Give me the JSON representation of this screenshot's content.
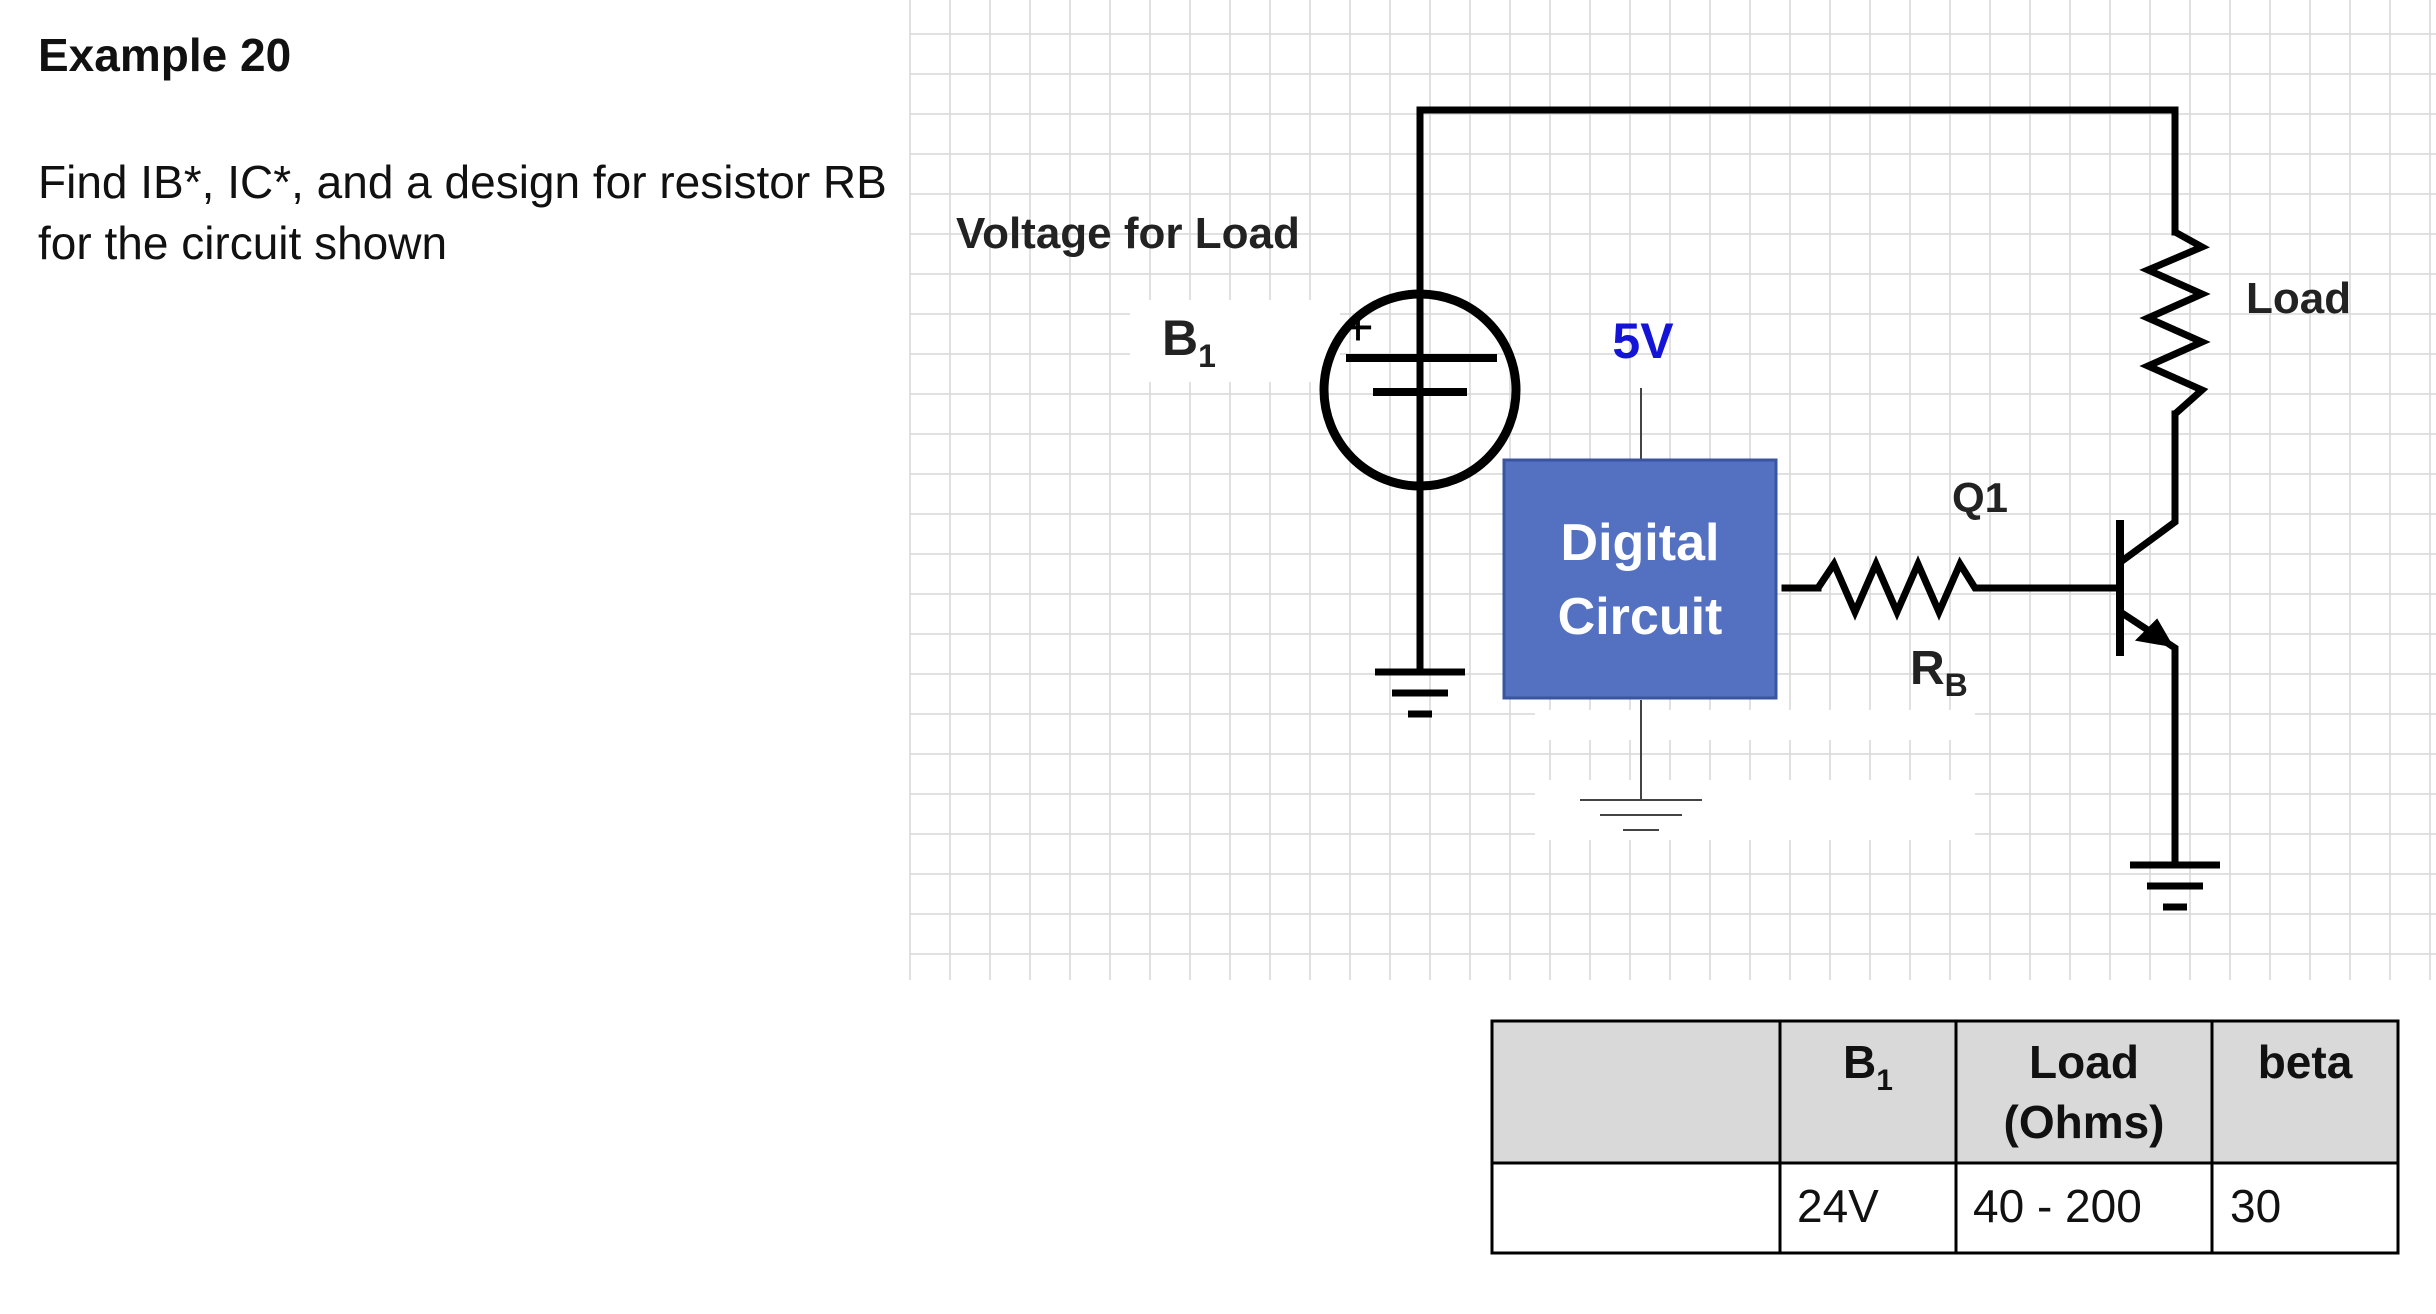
{
  "heading": "Example 20",
  "question": "Find IB*, IC*, and a design for resistor RB for the circuit shown",
  "circuit": {
    "supply_label": "Voltage for Load",
    "battery_name": "B",
    "battery_sub": "1",
    "plus_sign": "+",
    "logic_voltage": "5V",
    "block_line1": "Digital",
    "block_line2": "Circuit",
    "transistor_label": "Q1",
    "rb_main": "R",
    "rb_sub": "B",
    "load_label": "Load"
  },
  "table": {
    "headers": [
      {
        "main": "",
        "sub": "",
        "line2": ""
      },
      {
        "main": "B",
        "sub": "1",
        "line2": ""
      },
      {
        "main": "Load",
        "sub": "",
        "line2": "(Ohms)"
      },
      {
        "main": "beta",
        "sub": "",
        "line2": ""
      }
    ],
    "row": [
      "",
      "24V",
      "40 - 200",
      "30"
    ]
  },
  "colors": {
    "block_fill": "#5470c1",
    "block_border": "#3a55a0",
    "logic_voltage_text": "#1414d8",
    "header_fill": "#d9d9d9",
    "grid": "#d7d7d7",
    "wire": "#000000"
  }
}
